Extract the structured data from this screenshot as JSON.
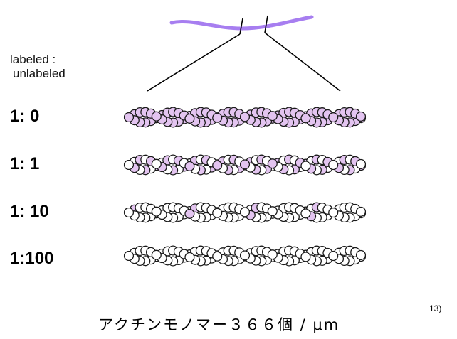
{
  "header": {
    "line1": "labeled :",
    "line2": "unlabeled"
  },
  "colors": {
    "labeled": "#e3c4f0",
    "unlabeled": "#ffffff",
    "outline": "#1a1a1a",
    "filament": "#a77ef0"
  },
  "rows": [
    {
      "label": "1: 0",
      "labeled_fraction": 1.0
    },
    {
      "label": "1: 1",
      "labeled_fraction": 0.5
    },
    {
      "label": "1: 10",
      "labeled_fraction": 0.09
    },
    {
      "label": "1:100",
      "labeled_fraction": 0.01
    }
  ],
  "caption": "アクチンモノマー３６６個 / μm",
  "reference": "13)"
}
